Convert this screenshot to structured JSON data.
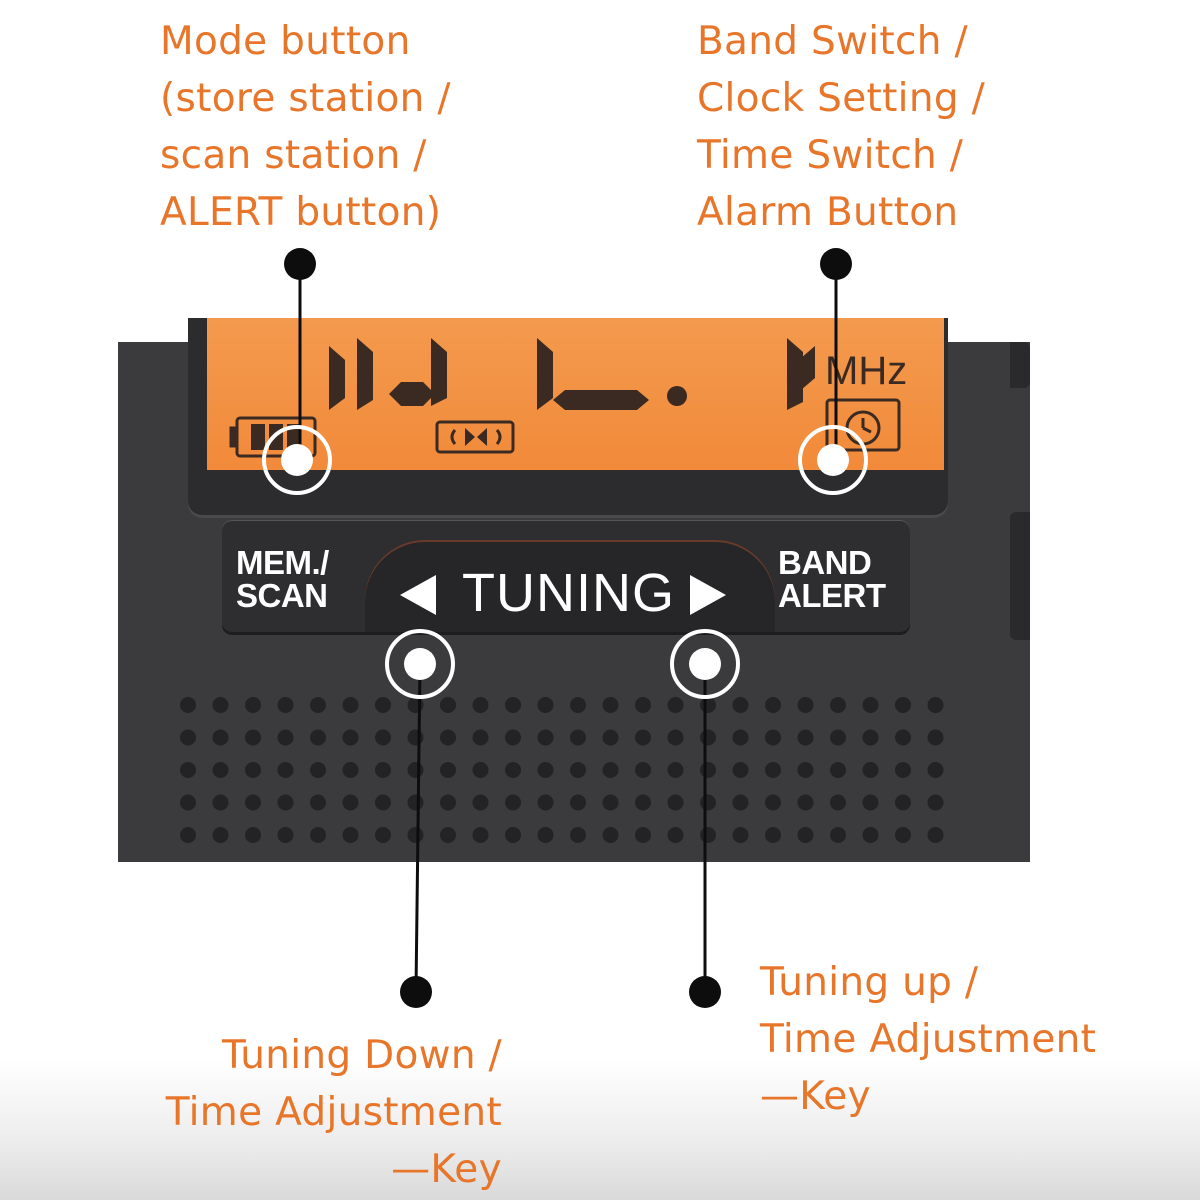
{
  "callouts": {
    "mode": [
      "Mode button",
      "(store station /",
      "scan station /",
      "ALERT button)"
    ],
    "band": [
      "Band Switch /",
      "Clock Setting /",
      "Time Switch /",
      "Alarm Button"
    ],
    "tuning_down": [
      "Tuning Down /",
      "Time Adjustment",
      "—Key"
    ],
    "tuning_up": [
      "Tuning up /",
      "Time Adjustment",
      "—Key"
    ]
  },
  "device": {
    "display_unit": "MHz",
    "mem_scan": [
      "MEM./",
      "SCAN"
    ],
    "band_alert": [
      "BAND",
      "ALERT"
    ],
    "tuning": "TUNING"
  },
  "colors": {
    "callout_text": "#e8762a",
    "lcd": "#f28a3a",
    "device_body": "#3b3b3d"
  }
}
